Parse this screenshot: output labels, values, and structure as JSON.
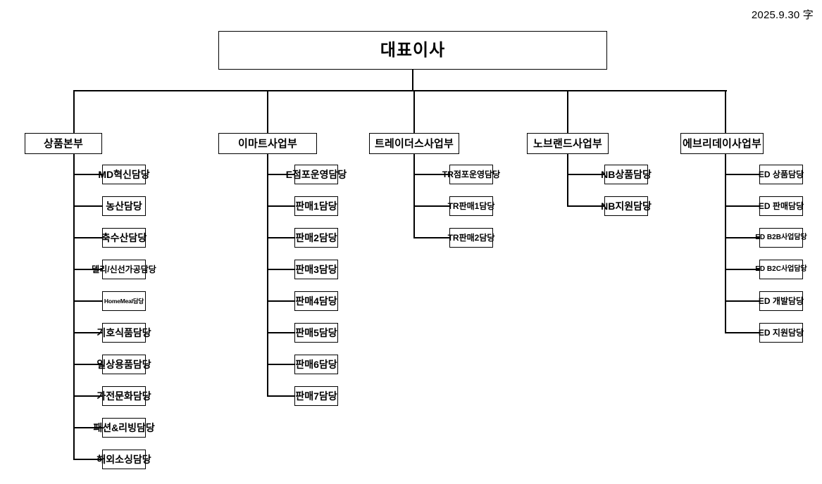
{
  "meta": {
    "date_label": "2025.9.30 字"
  },
  "root": {
    "label": "대표이사"
  },
  "divisions": [
    {
      "label": "상품본부",
      "children": [
        {
          "label": "MD혁신담당"
        },
        {
          "label": "농산담당"
        },
        {
          "label": "축수산담당"
        },
        {
          "label": "델리/신선가공담당"
        },
        {
          "label": "HomeMeal담당"
        },
        {
          "label": "기호식품담당"
        },
        {
          "label": "일상용품담당"
        },
        {
          "label": "가전문화담당"
        },
        {
          "label": "패션&리빙담당"
        },
        {
          "label": "해외소싱담당"
        }
      ]
    },
    {
      "label": "이마트사업부",
      "children": [
        {
          "label": "E점포운영담당"
        },
        {
          "label": "판매1담당"
        },
        {
          "label": "판매2담당"
        },
        {
          "label": "판매3담당"
        },
        {
          "label": "판매4담당"
        },
        {
          "label": "판매5담당"
        },
        {
          "label": "판매6담당"
        },
        {
          "label": "판매7담당"
        }
      ]
    },
    {
      "label": "트레이더스사업부",
      "children": [
        {
          "label": "TR점포운영담당"
        },
        {
          "label": "TR판매1담당"
        },
        {
          "label": "TR판매2담당"
        }
      ]
    },
    {
      "label": "노브랜드사업부",
      "children": [
        {
          "label": "NB상품담당"
        },
        {
          "label": "NB지원담당"
        }
      ]
    },
    {
      "label": "에브리데이사업부",
      "children": [
        {
          "label": "ED 상품담당"
        },
        {
          "label": "ED 판매담당"
        },
        {
          "label": "ED B2B사업담당"
        },
        {
          "label": "ED B2C사업담당"
        },
        {
          "label": "ED 개발담당"
        },
        {
          "label": "ED 지원담당"
        }
      ]
    }
  ],
  "colors": {
    "line": "#000000",
    "box_fill": "#ffffff",
    "text": "#000000"
  }
}
